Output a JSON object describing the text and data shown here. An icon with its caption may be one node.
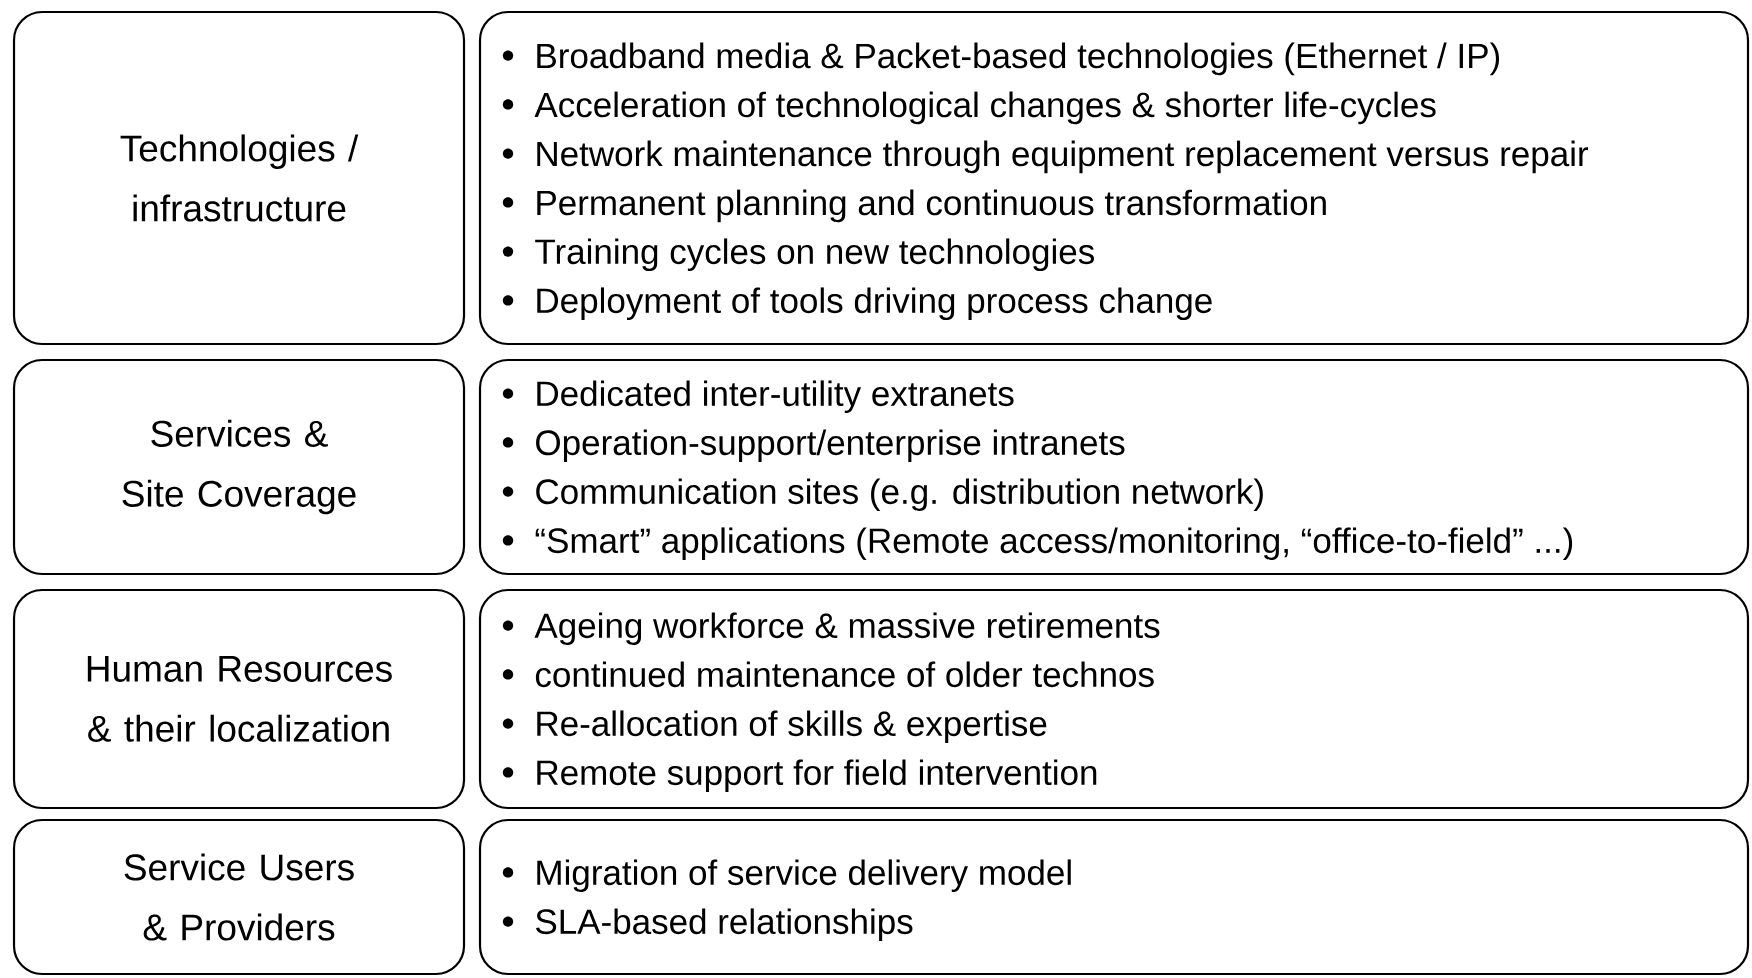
{
  "diagram": {
    "nodes": [
      {
        "text": [
          "Technologies / infrastructure"
        ]
      },
      {
        "text": [
          "Broadband media & Packet-based technologies (Ethernet / IP)",
          "Acceleration of technological changes & shorter life-cycles",
          "Network maintenance through equipment replacement versus repair",
          "Permanent planning and continuous transformation",
          "Training cycles on new technologies",
          "Deployment of tools driving process change"
        ]
      },
      {
        "text": [
          "Services & Site Coverage"
        ]
      },
      {
        "text": [
          "Dedicated inter-utility extranets",
          "Operation-support/enterprise intranets",
          "Communication sites (e.g. distribution network)",
          "“Smart” applications (Remote access/monitoring, “office-to-field” ...)"
        ]
      },
      {
        "text": [
          "Human Resources & their localization"
        ]
      },
      {
        "text": [
          "Ageing workforce & massive retirements",
          "continued maintenance of older technos",
          "Re-allocation of skills & expertise",
          "Remote support for field intervention"
        ]
      },
      {
        "text": [
          "Service Users & Providers"
        ]
      },
      {
        "text": [
          "Migration of service delivery model",
          "SLA-based relationships"
        ]
      }
    ]
  }
}
